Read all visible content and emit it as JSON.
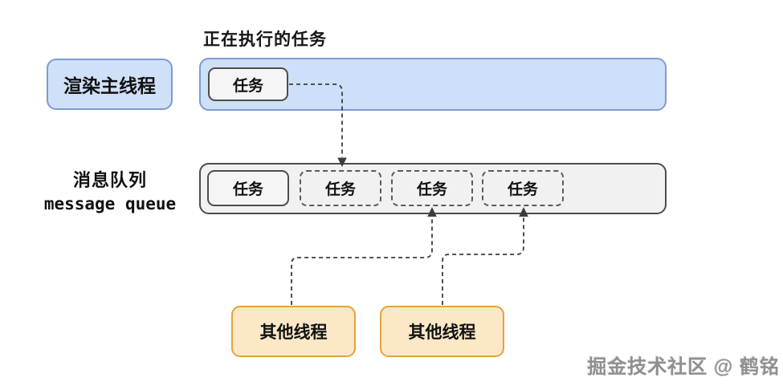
{
  "diagram": {
    "title": "正在执行的任务",
    "render_thread": {
      "label": "渲染主线程",
      "executing_task": "任务"
    },
    "message_queue": {
      "label_cn": "消息队列",
      "label_en": "message queue",
      "tasks": [
        {
          "label": "任务",
          "style": "solid"
        },
        {
          "label": "任务",
          "style": "dashed"
        },
        {
          "label": "任务",
          "style": "dashed"
        },
        {
          "label": "任务",
          "style": "dashed"
        }
      ]
    },
    "other_threads": [
      {
        "label": "其他线程"
      },
      {
        "label": "其他线程"
      }
    ],
    "watermark": "掘金技术社区 @ 鹤铭",
    "colors": {
      "thread_fill": "#cfe0f8",
      "thread_border": "#7d9bd3",
      "queue_fill": "#f1f1f1",
      "queue_border": "#4d4d4d",
      "task_fill": "#f5f5f5",
      "other_thread_fill": "#fce8c6",
      "other_thread_border": "#e3a43c",
      "arrow": "#3c3c3c",
      "watermark_text": "#8f8f8f"
    }
  }
}
